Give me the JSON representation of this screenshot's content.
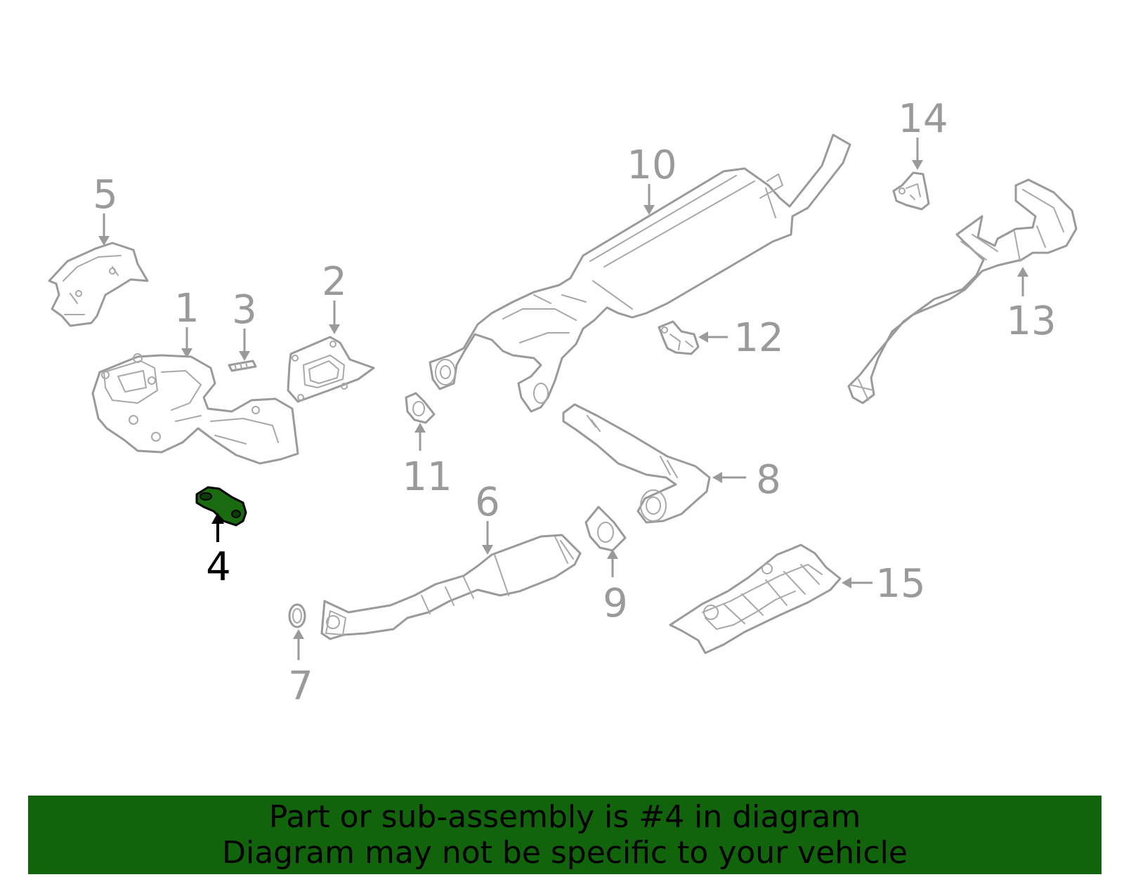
{
  "diagram": {
    "highlighted_part": "4",
    "callouts": [
      "1",
      "2",
      "3",
      "4",
      "5",
      "6",
      "7",
      "8",
      "9",
      "10",
      "11",
      "12",
      "13",
      "14",
      "15"
    ],
    "colors": {
      "part_stroke": "#9a9a9a",
      "highlight_fill": "#1a6b10",
      "highlight_stroke": "#000000",
      "banner_bg": "#11640b"
    }
  },
  "banner": {
    "line1": "Part or sub-assembly is #4 in diagram",
    "line2": "Diagram may not be specific to your vehicle"
  }
}
